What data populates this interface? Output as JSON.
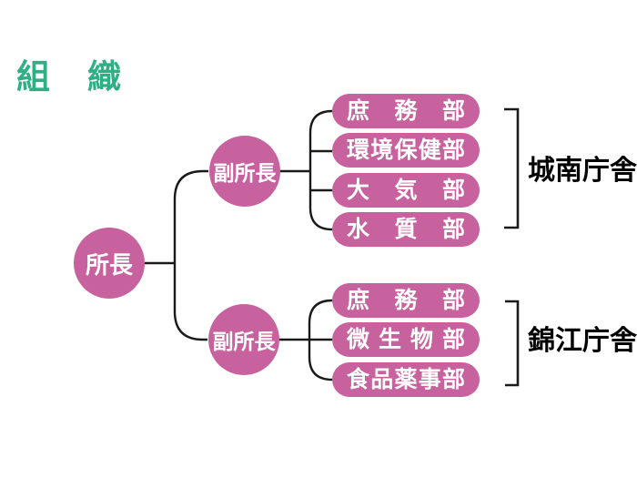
{
  "title": {
    "text": "組　織",
    "color": "#2FAF84"
  },
  "org_chart": {
    "director": {
      "label": "所長"
    },
    "branches": [
      {
        "deputy_label": "副所長",
        "departments": [
          "庶務部",
          "環境保健部",
          "大気部",
          "水質部"
        ],
        "building_label": "城南庁舎"
      },
      {
        "deputy_label": "副所長",
        "departments": [
          "庶務部",
          "微生物部",
          "食品薬事部"
        ],
        "building_label": "錦江庁舎"
      }
    ]
  },
  "colors": {
    "node_fill": "#C7629E",
    "node_text": "#FFFFFF",
    "connector_line": "#1A1A1A",
    "building_text": "#000000",
    "background": "#FFFFFF"
  }
}
